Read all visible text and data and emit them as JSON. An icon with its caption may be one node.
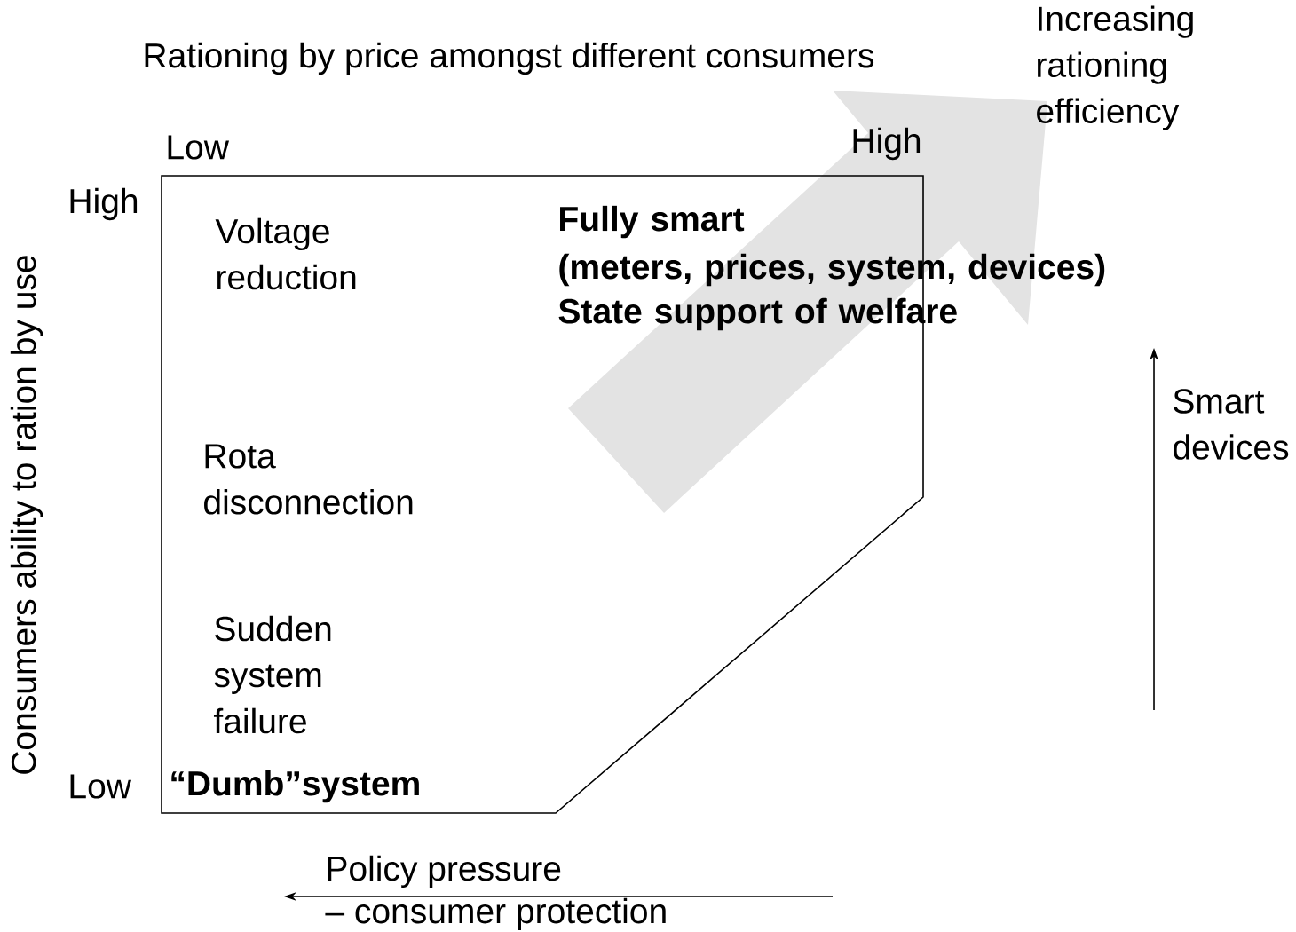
{
  "diagram": {
    "title": "Rationing by price amongst different consumers",
    "nodes": [
      {
        "text": [
          "Voltage reduction",
          "Fully smart",
          "(meters, prices, system, devices)",
          "State support of welfare",
          "Rota disconnection",
          "Sudden system failure",
          "“Dumb”system"
        ]
      }
    ],
    "labels": [
      "Increasing rationing efficiency",
      "Low",
      "High",
      "High",
      "Low",
      "Consumers ability to ration by use",
      "Smart devices",
      "Policy pressure",
      "– consumer protection"
    ]
  }
}
